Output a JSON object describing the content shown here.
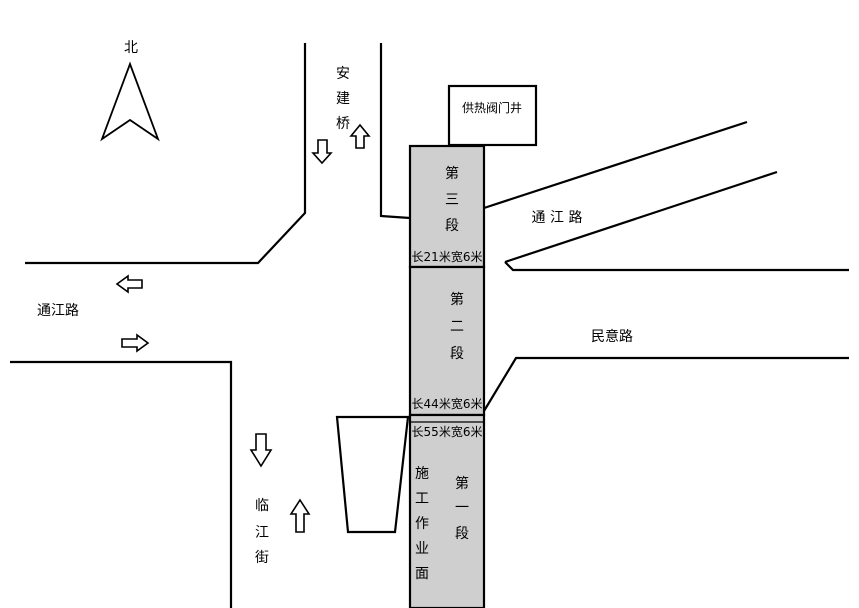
{
  "compass": {
    "label": "北"
  },
  "roads": {
    "anjianqiao": [
      "安",
      "建",
      "桥"
    ],
    "tongjiang_left": "通江路",
    "tongjiang_right": "通 江 路",
    "minyi": "民意路",
    "linjiang": [
      "临",
      "江",
      "街"
    ]
  },
  "valve_well": "供热阀门井",
  "segments": {
    "third": {
      "name": [
        "第",
        "三",
        "段"
      ],
      "size": "长21米宽6米"
    },
    "second": {
      "name": [
        "第",
        "二",
        "段"
      ],
      "size": "长44米宽6米"
    },
    "first": {
      "name": [
        "第",
        "一",
        "段"
      ],
      "size": "长55米宽6米"
    }
  },
  "work_area": [
    "施",
    "工",
    "作",
    "业",
    "面"
  ]
}
